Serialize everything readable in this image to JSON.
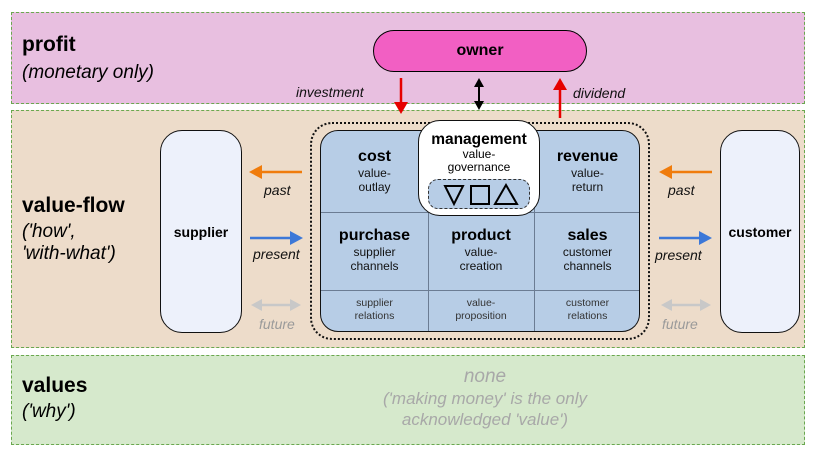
{
  "bands": {
    "profit": {
      "title": "profit",
      "subtitle": "(monetary only)"
    },
    "value_flow": {
      "title": "value-flow",
      "subtitle_line1": "('how',",
      "subtitle_line2": "'with-what')"
    },
    "values": {
      "title": "values",
      "subtitle": "('why')"
    }
  },
  "owner": {
    "label": "owner",
    "investment": "investment",
    "dividend": "dividend"
  },
  "supplier": {
    "label": "supplier",
    "past": "past",
    "present": "present",
    "future": "future"
  },
  "customer": {
    "label": "customer",
    "past": "past",
    "present": "present",
    "future": "future"
  },
  "management": {
    "title": "management",
    "desc_line1": "value-",
    "desc_line2": "governance"
  },
  "grid": {
    "cost": {
      "title": "cost",
      "line1": "value-",
      "line2": "outlay"
    },
    "revenue": {
      "title": "revenue",
      "line1": "value-",
      "line2": "return"
    },
    "purchase": {
      "title": "purchase",
      "line1": "supplier",
      "line2": "channels"
    },
    "product": {
      "title": "product",
      "line1": "value-",
      "line2": "creation"
    },
    "sales": {
      "title": "sales",
      "line1": "customer",
      "line2": "channels"
    },
    "supplier_relations": {
      "line1": "supplier",
      "line2": "relations"
    },
    "value_proposition": {
      "line1": "value-",
      "line2": "proposition"
    },
    "customer_relations": {
      "line1": "customer",
      "line2": "relations"
    }
  },
  "values_content": {
    "none": "none",
    "explanation_line1": "('making money' is the only",
    "explanation_line2": "acknowledged 'value')"
  },
  "colors": {
    "profit_band": "#e8bfe0",
    "flow_band": "#eddcca",
    "values_band": "#d6e9cc",
    "owner": "#f25fc3",
    "grid": "#b7cde6",
    "past_arrow": "#f07c0c",
    "present_arrow": "#3c78d8",
    "future_arrow": "#c8c8c8",
    "investment_arrow": "#e60000"
  }
}
